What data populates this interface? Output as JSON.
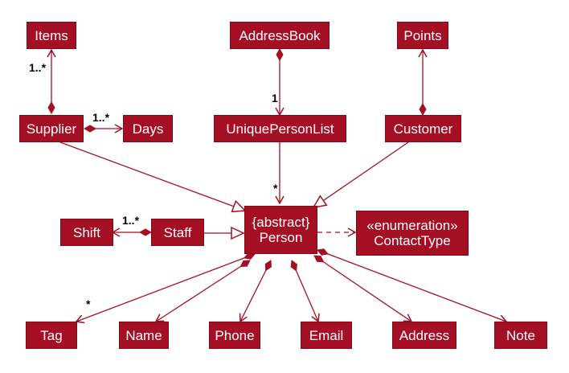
{
  "colors": {
    "box_fill": "#a50f23",
    "box_text": "#ffffff",
    "edge": "#a50f23",
    "multiplicity_text": "#000000"
  },
  "nodes": {
    "items": "Items",
    "addressbook": "AddressBook",
    "points": "Points",
    "supplier": "Supplier",
    "days": "Days",
    "unique_person_list": "UniquePersonList",
    "customer": "Customer",
    "shift": "Shift",
    "staff": "Staff",
    "person_stereotype": "{abstract}",
    "person": "Person",
    "contact_type_stereotype": "«enumeration»",
    "contact_type": "ContactType",
    "tag": "Tag",
    "name": "Name",
    "phone": "Phone",
    "email": "Email",
    "address": "Address",
    "note": "Note"
  },
  "multiplicities": {
    "supplier_items": "1..*",
    "supplier_days": "1..*",
    "addressbook_list": "1",
    "list_person": "*",
    "staff_shift": "1..*",
    "person_tag": "*"
  }
}
